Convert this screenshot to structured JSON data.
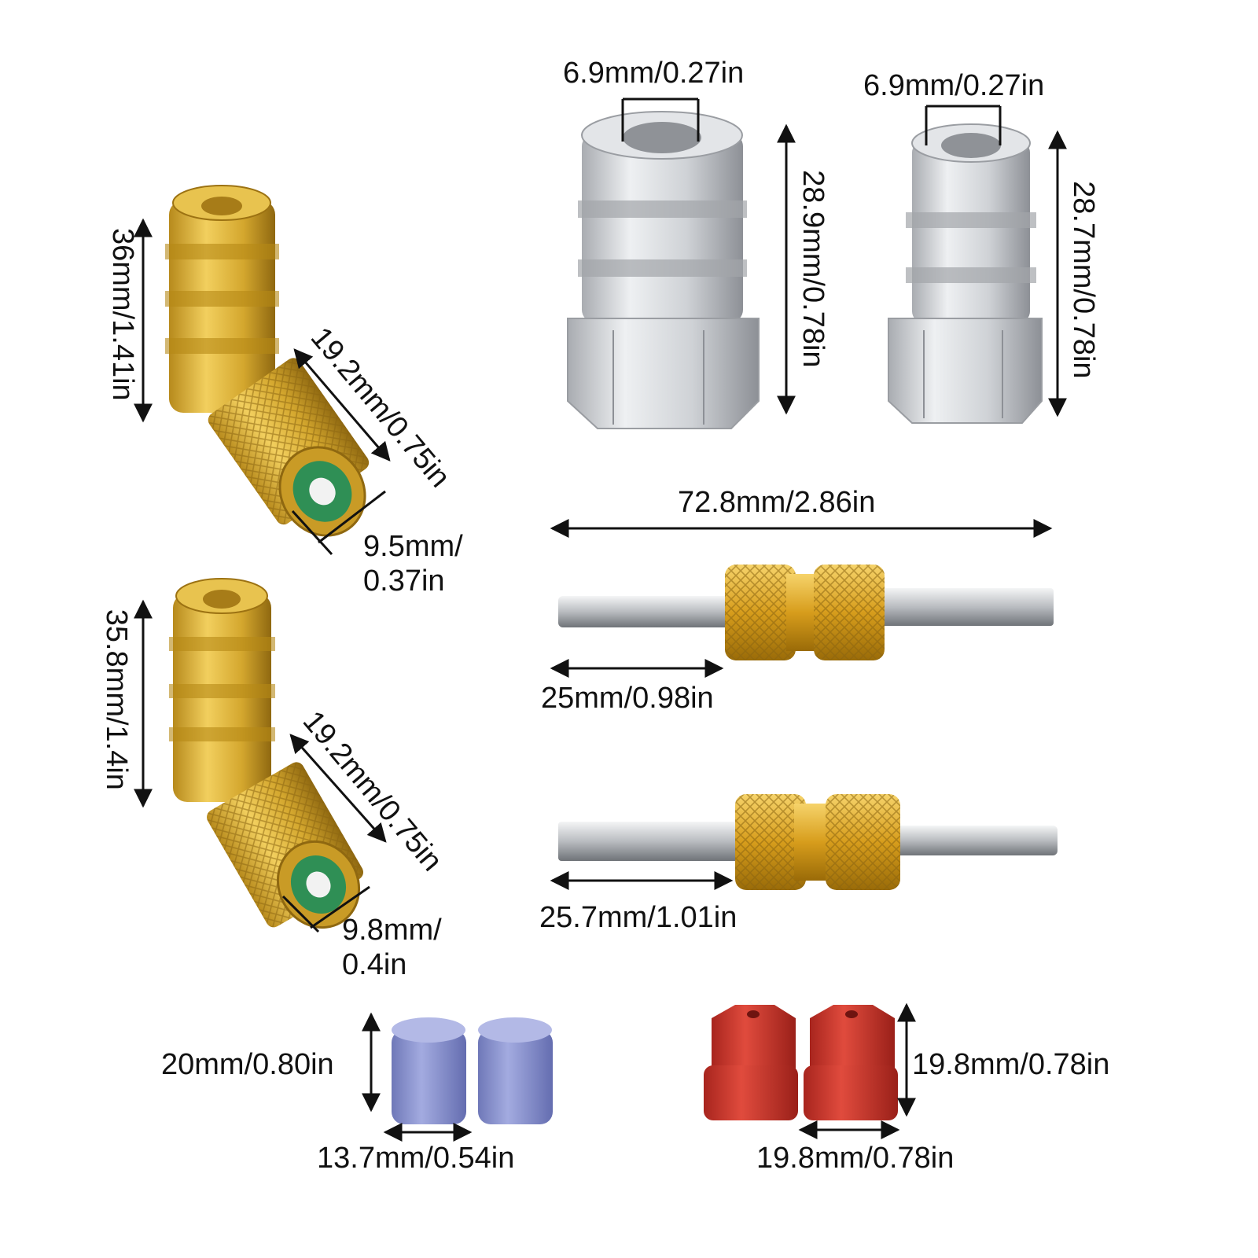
{
  "colors": {
    "brass": "#d7a92c",
    "brass_dark": "#9c7212",
    "silver": "#cfd1d4",
    "silver_dark": "#8d9096",
    "blue_cap": "#8c95cf",
    "red_cap": "#c8362c",
    "green_seal": "#2f8f55",
    "line": "#111111"
  },
  "products": [
    {
      "name": "brass-elbow-adapter-1",
      "height": "36mm/1.41in",
      "length": "19.2mm/0.75in",
      "diameter_line1": "9.5mm/",
      "diameter_line2": "0.37in"
    },
    {
      "name": "brass-elbow-adapter-2",
      "height": "35.8mm/1.4in",
      "length": "19.2mm/0.75in",
      "diameter_line1": "9.8mm/",
      "diameter_line2": "0.4in"
    },
    {
      "name": "silver-adapter-large",
      "bore": "6.9mm/0.27in",
      "height": "28.9mm/0.78in"
    },
    {
      "name": "silver-adapter-small",
      "bore": "6.9mm/0.27in",
      "height": "28.7mm/0.78in"
    },
    {
      "name": "valve-core-tool-1",
      "total_length": "72.8mm/2.86in",
      "tip_length": "25mm/0.98in"
    },
    {
      "name": "valve-core-tool-2",
      "tip_length": "25.7mm/1.01in"
    },
    {
      "name": "blue-caps",
      "height": "20mm/0.80in",
      "diameter": "13.7mm/0.54in"
    },
    {
      "name": "red-caps",
      "height": "19.8mm/0.78in",
      "diameter": "19.8mm/0.78in"
    }
  ]
}
